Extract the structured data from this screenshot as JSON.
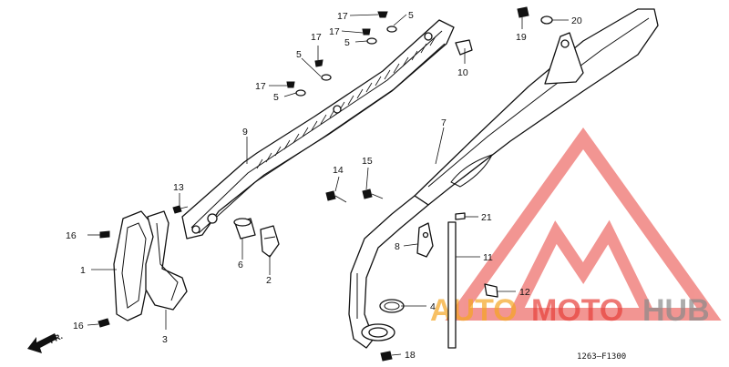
{
  "diagram": {
    "drawing_code": "1263–F1300",
    "direction_label": "FR.",
    "callouts": [
      {
        "id": "c1",
        "label": "1"
      },
      {
        "id": "c2",
        "label": "2"
      },
      {
        "id": "c3",
        "label": "3"
      },
      {
        "id": "c4",
        "label": "4"
      },
      {
        "id": "c5a",
        "label": "5"
      },
      {
        "id": "c5b",
        "label": "5"
      },
      {
        "id": "c5c",
        "label": "5"
      },
      {
        "id": "c5d",
        "label": "5"
      },
      {
        "id": "c6",
        "label": "6"
      },
      {
        "id": "c7",
        "label": "7"
      },
      {
        "id": "c8",
        "label": "8"
      },
      {
        "id": "c9",
        "label": "9"
      },
      {
        "id": "c10",
        "label": "10"
      },
      {
        "id": "c11",
        "label": "11"
      },
      {
        "id": "c12",
        "label": "12"
      },
      {
        "id": "c13",
        "label": "13"
      },
      {
        "id": "c14",
        "label": "14"
      },
      {
        "id": "c15",
        "label": "15"
      },
      {
        "id": "c16a",
        "label": "16"
      },
      {
        "id": "c16b",
        "label": "16"
      },
      {
        "id": "c17a",
        "label": "17"
      },
      {
        "id": "c17b",
        "label": "17"
      },
      {
        "id": "c17c",
        "label": "17"
      },
      {
        "id": "c17d",
        "label": "17"
      },
      {
        "id": "c18",
        "label": "18"
      },
      {
        "id": "c19",
        "label": "19"
      },
      {
        "id": "c20",
        "label": "20"
      },
      {
        "id": "c21",
        "label": "21"
      }
    ]
  },
  "watermark": {
    "part1": "AUTO",
    "part2": "MOTO",
    "part3": "HUB",
    "color_orange": "#f5a623",
    "color_red": "#e8403a",
    "color_gray": "#8a8a8a"
  }
}
